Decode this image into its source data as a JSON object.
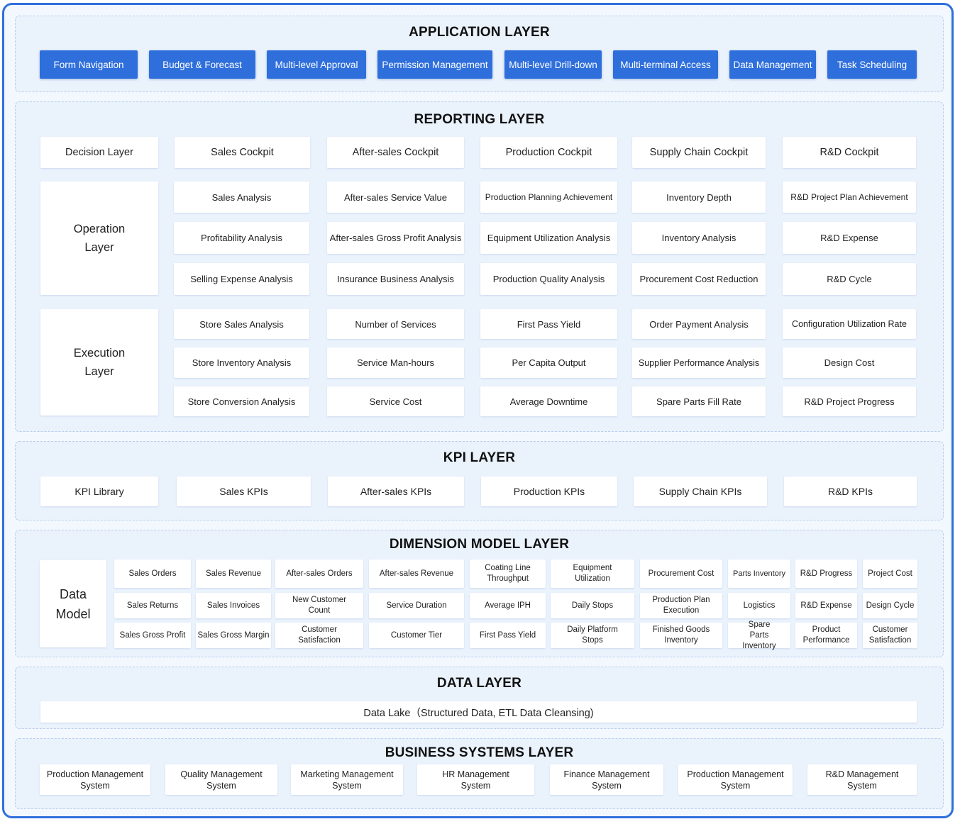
{
  "layers": {
    "application": {
      "title": "APPLICATION LAYER",
      "items": [
        "Form Navigation",
        "Budget & Forecast",
        "Multi-level Approval",
        "Permission Management",
        "Multi-level Drill-down",
        "Multi-terminal Access",
        "Data Management",
        "Task Scheduling"
      ]
    },
    "reporting": {
      "title": "REPORTING LAYER",
      "headers": [
        "Decision Layer",
        "Sales Cockpit",
        "After-sales Cockpit",
        "Production Cockpit",
        "Supply Chain Cockpit",
        "R&D Cockpit"
      ],
      "operation_label": "Operation Layer",
      "operation": [
        [
          "Sales Analysis",
          "After-sales Service Value",
          "Production Planning Achievement",
          "Inventory Depth",
          "R&D Project Plan Achievement"
        ],
        [
          "Profitability Analysis",
          "After-sales Gross Profit Analysis",
          "Equipment Utilization Analysis",
          "Inventory Analysis",
          "R&D Expense"
        ],
        [
          "Selling Expense Analysis",
          "Insurance Business Analysis",
          "Production Quality Analysis",
          "Procurement Cost Reduction",
          "R&D Cycle"
        ]
      ],
      "execution_label": "Execution Layer",
      "execution": [
        [
          "Store Sales Analysis",
          "Number of Services",
          "First Pass Yield",
          "Order Payment Analysis",
          "Configuration Utilization Rate"
        ],
        [
          "Store Inventory Analysis",
          "Service Man-hours",
          "Per Capita Output",
          "Supplier Performance Analysis",
          "Design Cost"
        ],
        [
          "Store Conversion Analysis",
          "Service Cost",
          "Average Downtime",
          "Spare Parts Fill Rate",
          "R&D Project Progress"
        ]
      ]
    },
    "kpi": {
      "title": "KPI LAYER",
      "items": [
        "KPI Library",
        "Sales KPIs",
        "After-sales KPIs",
        "Production KPIs",
        "Supply Chain KPIs",
        "R&D KPIs"
      ]
    },
    "dimension": {
      "title": "DIMENSION MODEL LAYER",
      "label": "Data Model",
      "rows": [
        [
          "Sales Orders",
          "Sales Revenue",
          "After-sales Orders",
          "After-sales Revenue",
          "Coating Line Throughput",
          "Equipment Utilization",
          "Procurement Cost",
          "Parts Inventory",
          "R&D Progress",
          "Project Cost"
        ],
        [
          "Sales Returns",
          "Sales Invoices",
          "New Customer Count",
          "Service Duration",
          "Average IPH",
          "Daily Stops",
          "Production Plan Execution",
          "Logistics",
          "R&D Expense",
          "Design Cycle"
        ],
        [
          "Sales Gross Profit",
          "Sales Gross Margin",
          "Customer Satisfaction",
          "Customer Tier",
          "First Pass Yield",
          "Daily Platform Stops",
          "Finished Goods Inventory",
          "Spare Parts Inventory",
          "Product Performance",
          "Customer Satisfaction"
        ]
      ]
    },
    "data": {
      "title": "DATA LAYER",
      "lake": "Data Lake（Structured Data, ETL Data Cleansing)"
    },
    "business": {
      "title": "BUSINESS SYSTEMS LAYER",
      "items": [
        "Production Management System",
        "Quality Management System",
        "Marketing Management System",
        "HR Management System",
        "Finance Management System",
        "Production Management System",
        "R&D Management System"
      ]
    }
  },
  "colors": {
    "accent": "#2f6fdc",
    "layer_bg": "#eaf2fc",
    "dash": "#b9cfea"
  }
}
